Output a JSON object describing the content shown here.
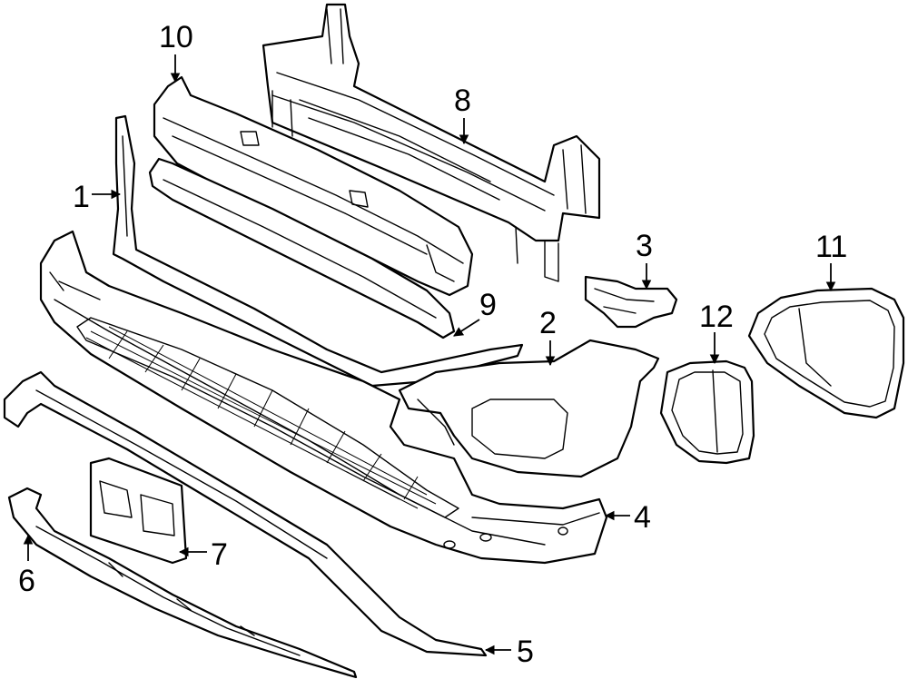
{
  "callouts": [
    {
      "id": "c1",
      "text": "1"
    },
    {
      "id": "c2",
      "text": "2"
    },
    {
      "id": "c3",
      "text": "3"
    },
    {
      "id": "c4",
      "text": "4"
    },
    {
      "id": "c5",
      "text": "5"
    },
    {
      "id": "c6",
      "text": "6"
    },
    {
      "id": "c7",
      "text": "7"
    },
    {
      "id": "c8",
      "text": "8"
    },
    {
      "id": "c9",
      "text": "9"
    },
    {
      "id": "c10",
      "text": "10"
    },
    {
      "id": "c11",
      "text": "11"
    },
    {
      "id": "c12",
      "text": "12"
    }
  ],
  "colors": {
    "line": "#000000",
    "background": "#ffffff"
  }
}
